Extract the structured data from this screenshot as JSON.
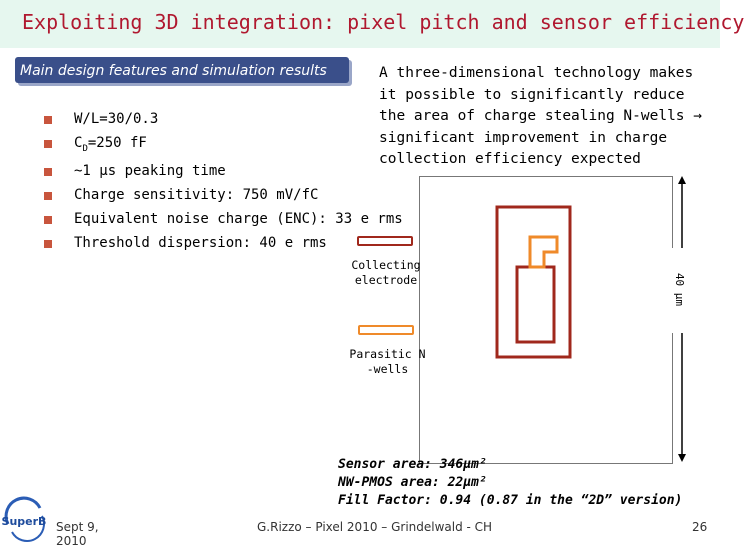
{
  "title": "Exploiting 3D integration: pixel pitch and sensor efficiency",
  "section_header": "Main design features and simulation results",
  "bullets": [
    {
      "text": "W/L=30/0.3"
    },
    {
      "prefix": "C",
      "sub": "D",
      "suffix": "=250 fF"
    },
    {
      "text": "~1 µs peaking time"
    },
    {
      "text": "Charge sensitivity: 750 mV/fC"
    },
    {
      "text": "Equivalent noise charge (ENC): 33 e rms"
    },
    {
      "text": "Threshold dispersion: 40 e rms"
    }
  ],
  "description": "A three-dimensional technology makes it possible to significantly reduce the area of charge stealing N-wells → significant improvement in charge collection efficiency expected",
  "legend": {
    "collecting_line1": "Collecting",
    "collecting_line2": "electrode",
    "parasitic_line1": "Parasitic N",
    "parasitic_line2": "-wells",
    "collecting_color": "#a0281c",
    "parasitic_color": "#ef8a2a"
  },
  "dimension_label": "40 µm",
  "sensor_info": {
    "area": "Sensor area: 346µm²",
    "nw_pmos": "NW-PMOS area: 22µm²",
    "fill_factor": "Fill Factor: 0.94 (0.87 in the “2D” version)"
  },
  "footer": {
    "date": "Sept 9, 2010",
    "citation": "G.Rizzo – Pixel 2010 – Grindelwald - CH",
    "page": "26"
  },
  "logo_text": "SuperB",
  "colors": {
    "title": "#b0182f",
    "header_bg": "#3a4f8a",
    "bullet": "#c8553d"
  }
}
